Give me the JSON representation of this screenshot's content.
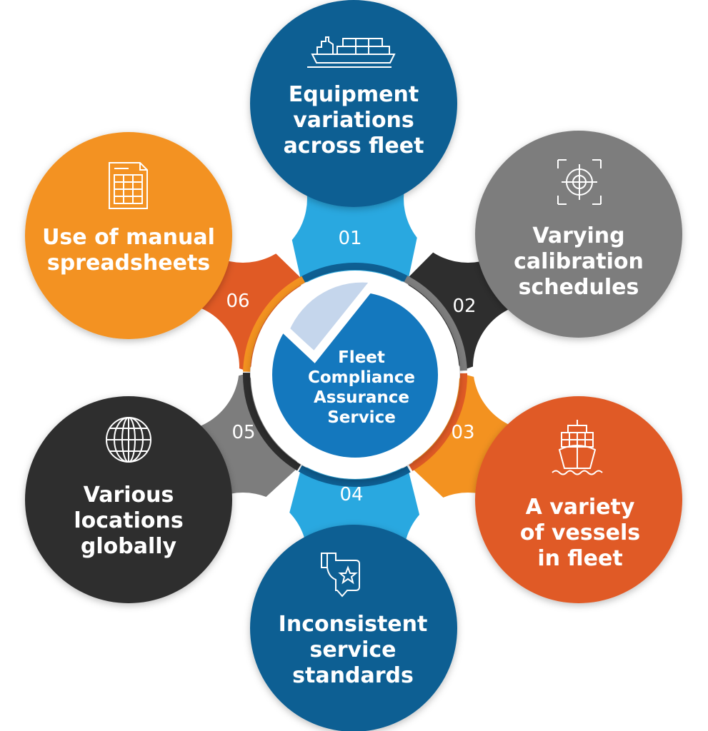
{
  "title": "Fleet Compliance Assurance Service",
  "center": {
    "lines": [
      "Fleet",
      "Compliance",
      "Assurance",
      "Service"
    ],
    "icon": "checkmark-pie-icon",
    "color": "#1478BE"
  },
  "items": [
    {
      "number": "01",
      "lines": [
        "Equipment",
        "variations",
        "across fleet"
      ],
      "icon": "cargo-ship-icon",
      "color": "#0E5F93",
      "connector_color": "#29A8E0"
    },
    {
      "number": "02",
      "lines": [
        "Varying",
        "calibration",
        "schedules"
      ],
      "icon": "target-crosshair-icon",
      "color": "#7D7D7D",
      "connector_color": "#2E2E2E"
    },
    {
      "number": "03",
      "lines": [
        "A variety",
        "of vessels",
        "in fleet"
      ],
      "icon": "container-ship-front-icon",
      "color": "#E05A25",
      "connector_color": "#F39220"
    },
    {
      "number": "04",
      "lines": [
        "Inconsistent",
        "service",
        "standards"
      ],
      "icon": "thumbs-down-star-icon",
      "color": "#0E5F93",
      "connector_color": "#29A8E0"
    },
    {
      "number": "05",
      "lines": [
        "Various",
        "locations",
        "globally"
      ],
      "icon": "globe-icon",
      "color": "#2E2E2E",
      "connector_color": "#7D7D7D"
    },
    {
      "number": "06",
      "lines": [
        "Use of manual",
        "spreadsheets"
      ],
      "icon": "spreadsheet-icon",
      "color": "#F39220",
      "connector_color": "#E05A25"
    }
  ]
}
